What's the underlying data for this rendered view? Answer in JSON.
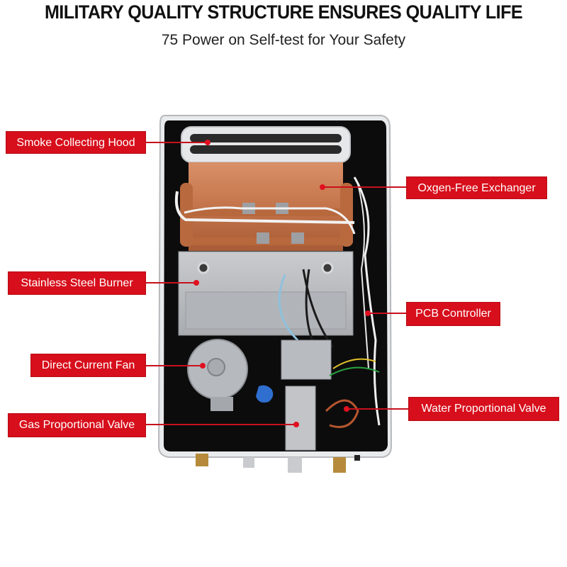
{
  "header": {
    "title": "MILITARY QUALITY STRUCTURE ENSURES QUALITY LIFE",
    "subtitle": "75 Power on Self-test for Your Safety"
  },
  "callouts": [
    {
      "label": "Smoke Collecting Hood",
      "side": "left"
    },
    {
      "label": "Oxgen-Free Exchanger",
      "side": "right"
    },
    {
      "label": "Stainless Steel Burner",
      "side": "left"
    },
    {
      "label": "PCB Controller",
      "side": "right"
    },
    {
      "label": "Direct Current Fan",
      "side": "left"
    },
    {
      "label": "Gas Proportional Valve",
      "side": "left"
    },
    {
      "label": "Water Proportional Valve",
      "side": "right"
    }
  ],
  "colors": {
    "label_bg": "#d70e1b",
    "label_text": "#ffffff",
    "leader_line": "#c8101c",
    "copper": "#c87a4a",
    "steel": "#b9bcc0",
    "casing": "#0d0d0d"
  }
}
